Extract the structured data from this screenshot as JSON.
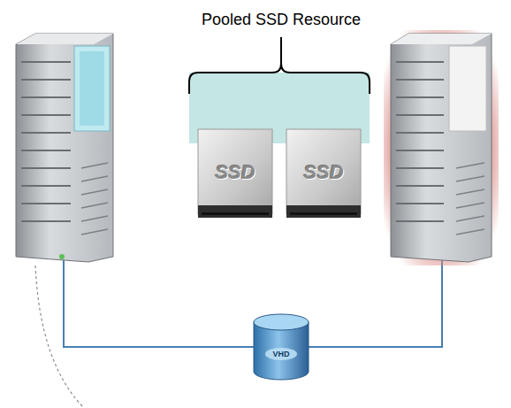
{
  "diagram": {
    "nodes": [
      {
        "text": [
          "SSD"
        ]
      },
      {
        "text": [
          "SSD"
        ]
      },
      {
        "text": [
          "VHD"
        ]
      }
    ],
    "labels": [
      "Pooled SSD Resource"
    ]
  }
}
